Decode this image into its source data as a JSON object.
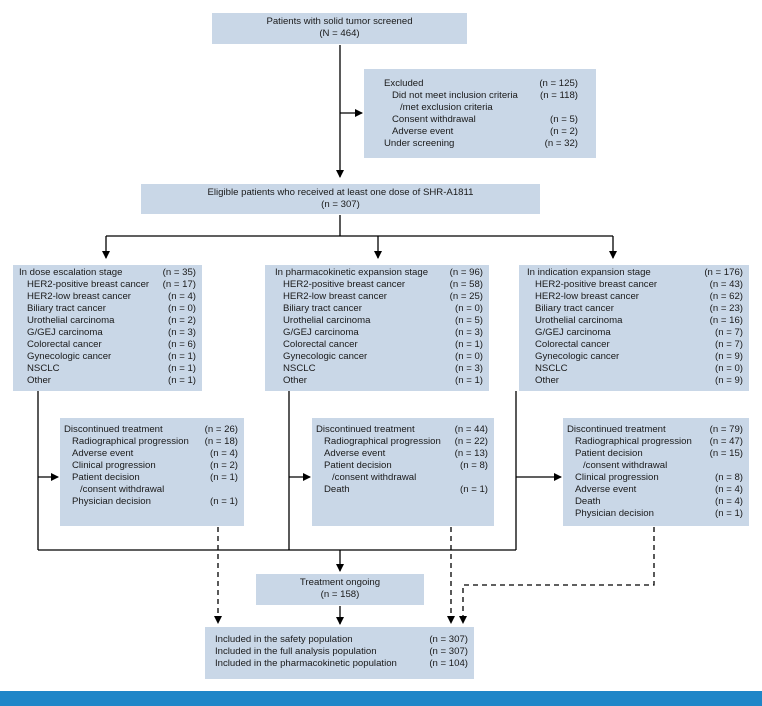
{
  "screened": {
    "title": "Patients with solid tumor screened",
    "n": "(N = 464)"
  },
  "excluded": {
    "rows": [
      {
        "label": "Excluded",
        "n": "(n = 125)",
        "indent": 0
      },
      {
        "label": "Did not meet inclusion criteria",
        "n": "(n = 118)",
        "indent": 1
      },
      {
        "label": "/met exclusion criteria",
        "n": "",
        "indent": 2
      },
      {
        "label": "Consent withdrawal",
        "n": "(n = 5)",
        "indent": 1
      },
      {
        "label": "Adverse event",
        "n": "(n = 2)",
        "indent": 1
      },
      {
        "label": "Under screening",
        "n": "(n = 32)",
        "indent": 0
      }
    ]
  },
  "eligible": {
    "title": "Eligible patients who received at least one dose of SHR-A1811",
    "n": "(n = 307)"
  },
  "stages": [
    {
      "rows": [
        {
          "label": "In dose escalation stage",
          "n": "(n = 35)",
          "indent": 0
        },
        {
          "label": "HER2-positive breast cancer",
          "n": "(n = 17)",
          "indent": 1
        },
        {
          "label": "HER2-low breast cancer",
          "n": "(n = 4)",
          "indent": 1
        },
        {
          "label": "Biliary tract cancer",
          "n": "(n = 0)",
          "indent": 1
        },
        {
          "label": "Urothelial carcinoma",
          "n": "(n = 2)",
          "indent": 1
        },
        {
          "label": "G/GEJ carcinoma",
          "n": "(n = 3)",
          "indent": 1
        },
        {
          "label": "Colorectal cancer",
          "n": "(n = 6)",
          "indent": 1
        },
        {
          "label": "Gynecologic cancer",
          "n": "(n = 1)",
          "indent": 1
        },
        {
          "label": "NSCLC",
          "n": "(n = 1)",
          "indent": 1
        },
        {
          "label": "Other",
          "n": "(n = 1)",
          "indent": 1
        }
      ]
    },
    {
      "rows": [
        {
          "label": "In pharmacokinetic expansion stage",
          "n": "(n = 96)",
          "indent": 0
        },
        {
          "label": "HER2-positive breast cancer",
          "n": "(n = 58)",
          "indent": 1
        },
        {
          "label": "HER2-low breast cancer",
          "n": "(n = 25)",
          "indent": 1
        },
        {
          "label": "Biliary tract cancer",
          "n": "(n = 0)",
          "indent": 1
        },
        {
          "label": "Urothelial carcinoma",
          "n": "(n = 5)",
          "indent": 1
        },
        {
          "label": "G/GEJ carcinoma",
          "n": "(n = 3)",
          "indent": 1
        },
        {
          "label": "Colorectal cancer",
          "n": "(n = 1)",
          "indent": 1
        },
        {
          "label": "Gynecologic cancer",
          "n": "(n = 0)",
          "indent": 1
        },
        {
          "label": "NSCLC",
          "n": "(n = 3)",
          "indent": 1
        },
        {
          "label": "Other",
          "n": "(n = 1)",
          "indent": 1
        }
      ]
    },
    {
      "rows": [
        {
          "label": "In indication expansion stage",
          "n": "(n = 176)",
          "indent": 0
        },
        {
          "label": "HER2-positive breast cancer",
          "n": "(n = 43)",
          "indent": 1
        },
        {
          "label": "HER2-low breast cancer",
          "n": "(n = 62)",
          "indent": 1
        },
        {
          "label": "Biliary tract cancer",
          "n": "(n = 23)",
          "indent": 1
        },
        {
          "label": "Urothelial carcinoma",
          "n": "(n = 16)",
          "indent": 1
        },
        {
          "label": "G/GEJ carcinoma",
          "n": "(n = 7)",
          "indent": 1
        },
        {
          "label": "Colorectal cancer",
          "n": "(n = 7)",
          "indent": 1
        },
        {
          "label": "Gynecologic cancer",
          "n": "(n = 9)",
          "indent": 1
        },
        {
          "label": "NSCLC",
          "n": "(n = 0)",
          "indent": 1
        },
        {
          "label": "Other",
          "n": "(n = 9)",
          "indent": 1
        }
      ]
    }
  ],
  "discontinued": [
    {
      "rows": [
        {
          "label": "Discontinued treatment",
          "n": "(n = 26)",
          "indent": 0
        },
        {
          "label": "Radiographical progression",
          "n": "(n = 18)",
          "indent": 1
        },
        {
          "label": "Adverse event",
          "n": "(n = 4)",
          "indent": 1
        },
        {
          "label": "Clinical progression",
          "n": "(n = 2)",
          "indent": 1
        },
        {
          "label": "Patient decision",
          "n": "(n = 1)",
          "indent": 1
        },
        {
          "label": "/consent withdrawal",
          "n": "",
          "indent": 2
        },
        {
          "label": "Physician decision",
          "n": "(n = 1)",
          "indent": 1
        }
      ]
    },
    {
      "rows": [
        {
          "label": "Discontinued treatment",
          "n": "(n = 44)",
          "indent": 0
        },
        {
          "label": "Radiographical progression",
          "n": "(n = 22)",
          "indent": 1
        },
        {
          "label": "Adverse event",
          "n": "(n = 13)",
          "indent": 1
        },
        {
          "label": "Patient decision",
          "n": "(n = 8)",
          "indent": 1
        },
        {
          "label": "/consent withdrawal",
          "n": "",
          "indent": 2
        },
        {
          "label": "Death",
          "n": "(n = 1)",
          "indent": 1
        }
      ]
    },
    {
      "rows": [
        {
          "label": "Discontinued treatment",
          "n": "(n = 79)",
          "indent": 0
        },
        {
          "label": "Radiographical progression",
          "n": "(n = 47)",
          "indent": 1
        },
        {
          "label": "Patient decision",
          "n": "(n = 15)",
          "indent": 1
        },
        {
          "label": "/consent withdrawal",
          "n": "",
          "indent": 2
        },
        {
          "label": "Clinical progression",
          "n": "(n = 8)",
          "indent": 1
        },
        {
          "label": "Adverse event",
          "n": "(n = 4)",
          "indent": 1
        },
        {
          "label": "Death",
          "n": "(n = 4)",
          "indent": 1
        },
        {
          "label": "Physician decision",
          "n": "(n = 1)",
          "indent": 1
        }
      ]
    }
  ],
  "ongoing": {
    "title": "Treatment ongoing",
    "n": "(n = 158)"
  },
  "populations": {
    "rows": [
      {
        "label": "Included in the safety population",
        "n": "(n = 307)",
        "indent": 0
      },
      {
        "label": "Included in the full analysis population",
        "n": "(n = 307)",
        "indent": 0
      },
      {
        "label": "Included in the pharmacokinetic population",
        "n": "(n = 104)",
        "indent": 0
      }
    ]
  },
  "colors": {
    "box_fill": "#c9d7e7",
    "line": "#000000",
    "footer": "#1f86c8"
  }
}
